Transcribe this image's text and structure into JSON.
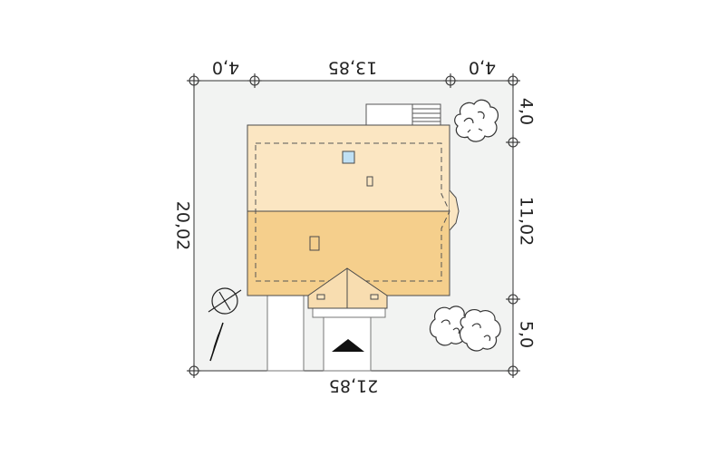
{
  "site_plan": {
    "dimensions": {
      "top_left": "4,0",
      "top_middle": "13,85",
      "top_right": "4,0",
      "bottom": "21,85",
      "left": "20,02",
      "right_top": "4,0",
      "right_middle": "11,02",
      "right_bottom": "5,0"
    },
    "colors": {
      "plot": "#f2f3f2",
      "roof_upper": "#fbe6c2",
      "roof_lower": "#f5cf8c",
      "outline": "#4a4a4a",
      "skylight": "#bfe0f4"
    },
    "symbols": [
      "north-arrow",
      "entrance-arrow",
      "tree",
      "tree",
      "tree"
    ]
  }
}
